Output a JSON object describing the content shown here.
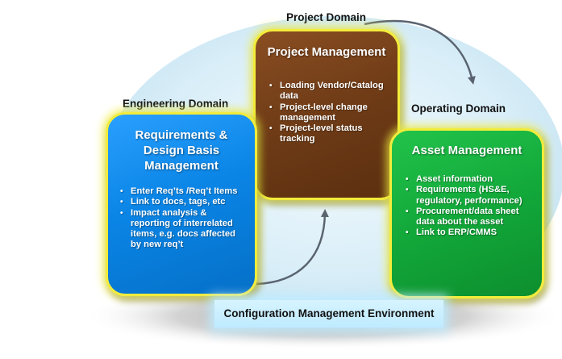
{
  "domains": {
    "project": "Project Domain",
    "engineering": "Engineering Domain",
    "operating": "Operating Domain"
  },
  "boxes": {
    "engineering": {
      "title": "Requirements & Design Basis Management",
      "items": [
        "Enter Req’ts /Req’t Items",
        "Link to docs, tags, etc",
        "Impact analysis & reporting of interrelated items, e.g. docs affected by new req’t"
      ],
      "color": "#0a85e6"
    },
    "project": {
      "title": "Project Management",
      "items": [
        "Loading Vendor/Catalog data",
        "Project-level change management",
        "Project-level status tracking"
      ],
      "color": "#6e3b16"
    },
    "asset": {
      "title": "Asset Management",
      "items": [
        "Asset information",
        "Requirements (HS&E, regulatory, performance)",
        "Procurement/data sheet data about the asset",
        "Link to ERP/CMMS"
      ],
      "color": "#12a83a"
    }
  },
  "environment_label": "Configuration Management Environment",
  "colors": {
    "highlight_border": "#f2ec3c",
    "ellipse": "#d4ecf7",
    "arrow": "#5a6470"
  }
}
